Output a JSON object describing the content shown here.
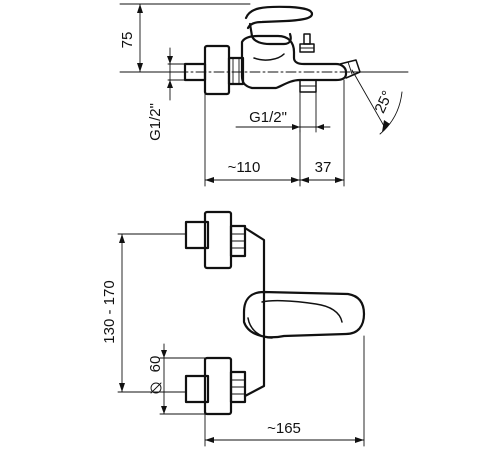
{
  "labels": {
    "height_top": "75",
    "thread_left": "G1/2\"",
    "thread_bottom": "G1/2\"",
    "angle": "25°",
    "width_body": "~110",
    "width_spout": "37",
    "center_distance": "130 - 170",
    "rosette_diameter": "60",
    "total_width": "~165"
  },
  "icons": {
    "diameter_symbol": "diameter-icon"
  }
}
